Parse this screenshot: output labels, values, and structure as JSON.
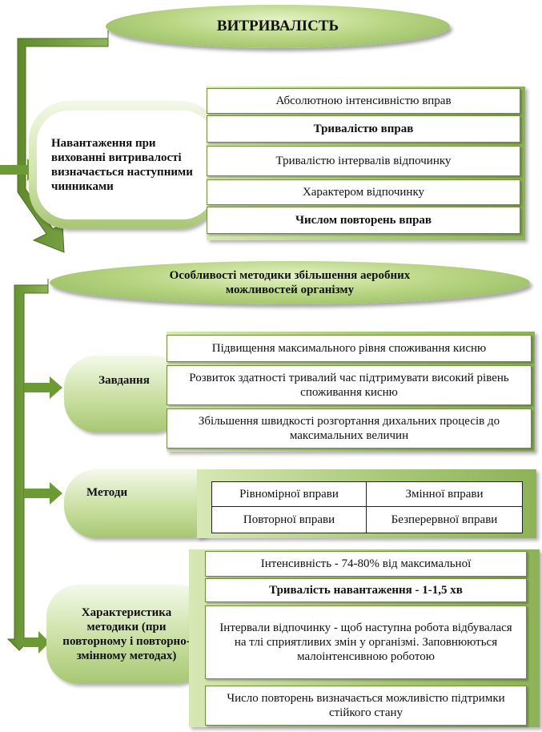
{
  "title": "ВИТРИВАЛІСТЬ",
  "load_block": {
    "label": "Навантаження при вихованні витривалості визначається наступними чинниками",
    "items": [
      "Абсолютною інтенсивністю вправ",
      "Тривалістю вправ",
      "Тривалістю інтервалів відпочинку",
      "Характером відпочинку",
      "Числом повторень вправ"
    ]
  },
  "method_title": "Особливості методики збільшення аеробних можливостей організму",
  "tasks": {
    "label": "Завдання",
    "items": [
      "Підвищення максимального рівня споживання кисню",
      "Розвиток здатності тривалий час підтримувати високий рівень споживання кисню",
      "Збільшення швидкості розгортання дихальних процесів до максимальних величин"
    ]
  },
  "methods": {
    "label": "Методи",
    "table": [
      [
        "Рівномірної вправи",
        "Змінної вправи"
      ],
      [
        "Повторної вправи",
        "Безперервної вправи"
      ]
    ]
  },
  "characteristics": {
    "label": "Характеристика методики (при повторному і повторно-змінному методах)",
    "items": [
      "Інтенсивність - 74-80% від максимальної",
      "Тривалість навантаження - 1-1,5 хв",
      "Інтервали відпочинку - щоб наступна робота відбувалася на тлі сприятливих змін у організмі. Заповнюються малоінтенсивною роботою",
      "Число повторень визначається можливістю підтримки стійкого стану"
    ]
  }
}
